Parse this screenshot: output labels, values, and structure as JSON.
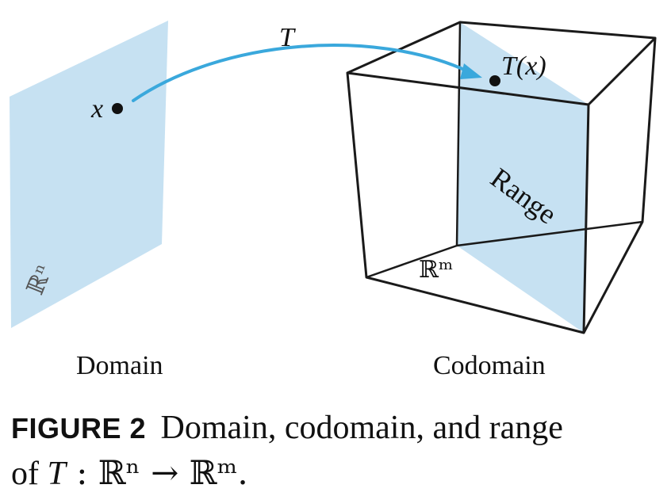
{
  "diagram": {
    "map_label": "T",
    "point_x_label": "x",
    "point_tx_label": "T(x)",
    "domain_space_label": "ℝⁿ",
    "codomain_space_label": "ℝᵐ",
    "range_label": "Range",
    "domain_label": "Domain",
    "codomain_label": "Codomain",
    "colors": {
      "plane_fill": "#c6e1f2",
      "arrow": "#3aa8dc",
      "cube_edge": "#1a1a1a",
      "text": "#111111"
    }
  },
  "caption": {
    "figure_label": "FIGURE 2",
    "line1_text": "Domain, codomain, and range",
    "line2_of": "of",
    "line2_T": "T",
    "line2_rest": " : ℝⁿ → ℝᵐ."
  }
}
